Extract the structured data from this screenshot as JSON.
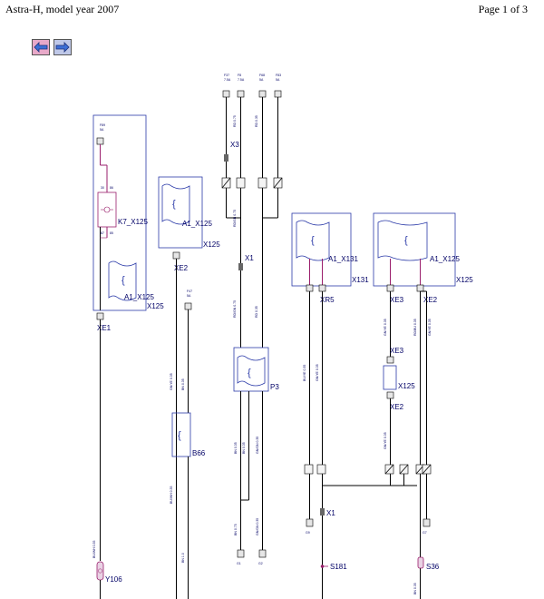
{
  "header": {
    "title": "Astra-H, model year 2007",
    "page_indicator": "Page 1 of 3"
  },
  "navigation": {
    "prev_icon": "arrow-left-icon",
    "next_icon": "arrow-right-icon"
  },
  "colors": {
    "wire": "#000000",
    "box": "#2b3aa8",
    "accent": "#9a1f6c",
    "pin_fill": "#e6e6e6"
  },
  "components": {
    "k7": "K7_X125",
    "a1_left": "A1_X125",
    "x125_left": "X125",
    "xe1": "XE1",
    "a1_mid": "A1_X125",
    "x125_mid": "X125",
    "xe2_mid": "XE2",
    "x3": "X3",
    "x1_mid": "X1",
    "p3": "P3",
    "b66": "B66",
    "a1_x131": "A1_X131",
    "x131": "X131",
    "xr5": "XR5",
    "a1_right": "A1_X125",
    "x125_right": "X125",
    "xe3_a": "XE3",
    "xe2_a": "XE2",
    "xe3_b": "XE3",
    "x125_small": "X125",
    "xe2_b": "XE2",
    "x1_right": "X1",
    "s181": "S181",
    "s36": "S36",
    "y106": "Y106"
  }
}
